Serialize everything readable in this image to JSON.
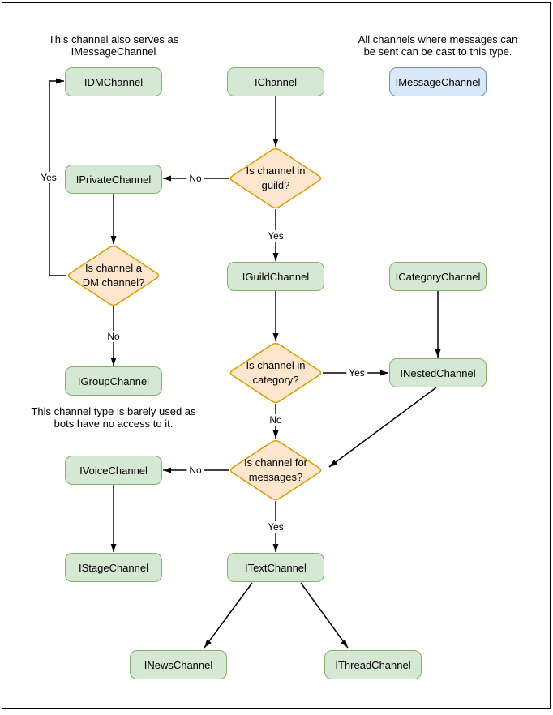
{
  "palette": {
    "class_fill": "#d5e8d4",
    "class_stroke": "#82b366",
    "interface_fill": "#dae8fc",
    "interface_stroke": "#6c8ebf",
    "decision_fill": "#ffe6cc",
    "decision_stroke": "#d79b00",
    "arrow_color": "#000000",
    "background": "#ffffff",
    "frame_border": "#000000"
  },
  "notes": {
    "dm_note": "This channel also serves as\nIMessageChannel",
    "message_note": "All channels where messages can\nbe sent can be cast to this type.",
    "group_note": "This channel type is barely used as\nbots have no access to it."
  },
  "nodes": {
    "idmchannel": "IDMChannel",
    "ichannel": "IChannel",
    "imessagechannel": "IMessageChannel",
    "iprivatechannel": "IPrivateChannel",
    "iguildchannel": "IGuildChannel",
    "icategorychannel": "ICategoryChannel",
    "igroupchannel": "IGroupChannel",
    "inestedchannel": "INestedChannel",
    "ivoicechannel": "IVoiceChannel",
    "istagechannel": "IStageChannel",
    "itextchannel": "ITextChannel",
    "inewschannel": "INewsChannel",
    "ithreadchannel": "IThreadChannel"
  },
  "decisions": {
    "in_guild": "Is channel in\nguild?",
    "is_dm": "Is channel a\nDM channel?",
    "in_category": "Is channel in\ncategory?",
    "for_messages": "Is channel for\nmessages?"
  },
  "edge_labels": {
    "yes": "Yes",
    "no": "No"
  }
}
